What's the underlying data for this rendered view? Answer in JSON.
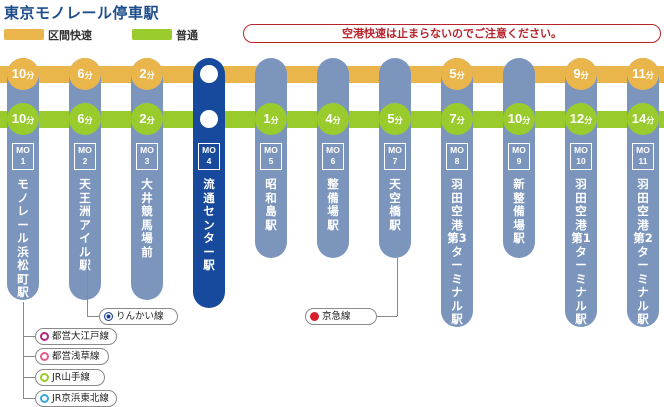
{
  "title": "東京モノレール停車駅",
  "legend": {
    "rapid": {
      "label": "区間快速",
      "color": "#eab64c"
    },
    "local": {
      "label": "普通",
      "color": "#9acb2d"
    }
  },
  "notice": "空港快速は止まらないのでご注意ください。",
  "minute_unit": "分",
  "stations": [
    {
      "code_line": "MO",
      "code_num": "1",
      "name": "モノレール浜松町駅",
      "rapid": "10",
      "local": "10"
    },
    {
      "code_line": "MO",
      "code_num": "2",
      "name": "天王洲アイル駅",
      "rapid": "6",
      "local": "6"
    },
    {
      "code_line": "MO",
      "code_num": "3",
      "name": "大井競馬場前",
      "rapid": "2",
      "local": "2"
    },
    {
      "code_line": "MO",
      "code_num": "4",
      "name": "流通センター駅",
      "rapid": null,
      "local": null,
      "selected": true
    },
    {
      "code_line": "MO",
      "code_num": "5",
      "name": "昭和島駅",
      "rapid": null,
      "local": "1"
    },
    {
      "code_line": "MO",
      "code_num": "6",
      "name": "整備場駅",
      "rapid": null,
      "local": "4"
    },
    {
      "code_line": "MO",
      "code_num": "7",
      "name": "天空橋駅",
      "rapid": null,
      "local": "5"
    },
    {
      "code_line": "MO",
      "code_num": "8",
      "name": "羽田空港第3ターミナル駅",
      "rapid": "5",
      "local": "7"
    },
    {
      "code_line": "MO",
      "code_num": "9",
      "name": "新整備場駅",
      "rapid": null,
      "local": "10"
    },
    {
      "code_line": "MO",
      "code_num": "10",
      "name": "羽田空港第1ターミナル駅",
      "rapid": "9",
      "local": "12"
    },
    {
      "code_line": "MO",
      "code_num": "11",
      "name": "羽田空港第2ターミナル駅",
      "rapid": "11",
      "local": "14"
    }
  ],
  "transfers": {
    "rinkai": {
      "label": "りんかい線",
      "color": "#1a3f8f"
    },
    "keikyu": {
      "label": "京急線",
      "color": "#d81e2c"
    },
    "hamamatsucho": [
      {
        "label": "都営大江戸線",
        "color": "#b5267b"
      },
      {
        "label": "都営浅草線",
        "color": "#e85a8b"
      },
      {
        "label": "JR山手線",
        "color": "#9acb2d"
      },
      {
        "label": "JR京浜東北線",
        "color": "#3aa6dc"
      }
    ]
  }
}
